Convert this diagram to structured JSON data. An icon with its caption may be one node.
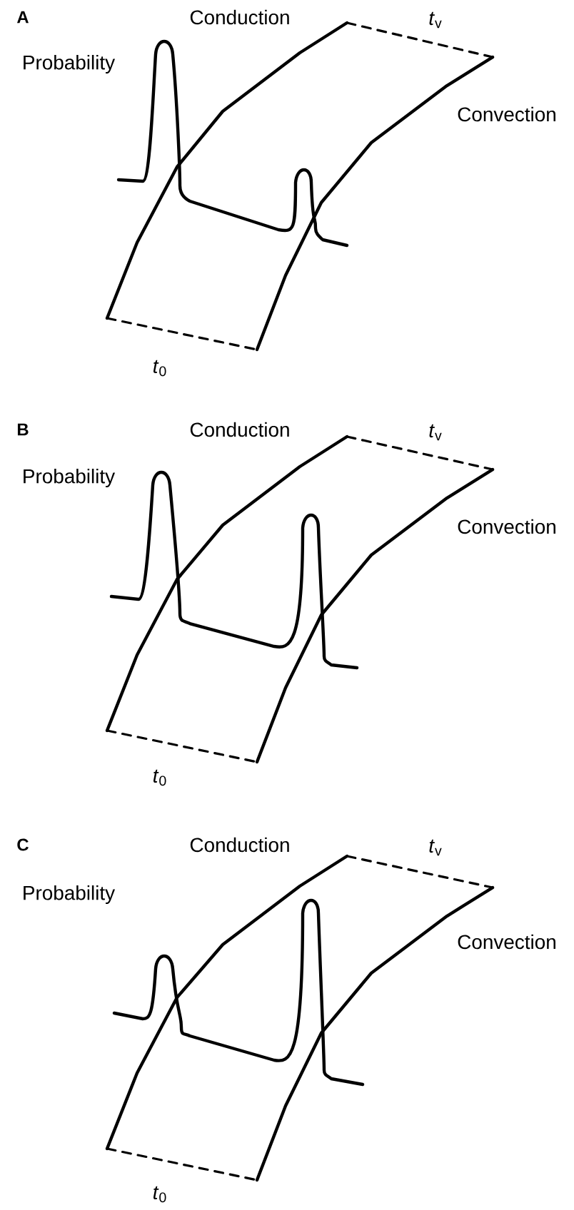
{
  "diagram": {
    "labels": [
      "A",
      "Conduction",
      "*t*$_{v}$",
      "Probability",
      "Convection",
      "*t*$_{0}$",
      "B",
      "Conduction",
      "*t*$_{v}$",
      "Probability",
      "Convection",
      "*t*$_{0}$",
      "C",
      "Conduction",
      "*t*$_{v}$",
      "Probability",
      "Convection",
      "*t*$_{0}$"
    ]
  }
}
